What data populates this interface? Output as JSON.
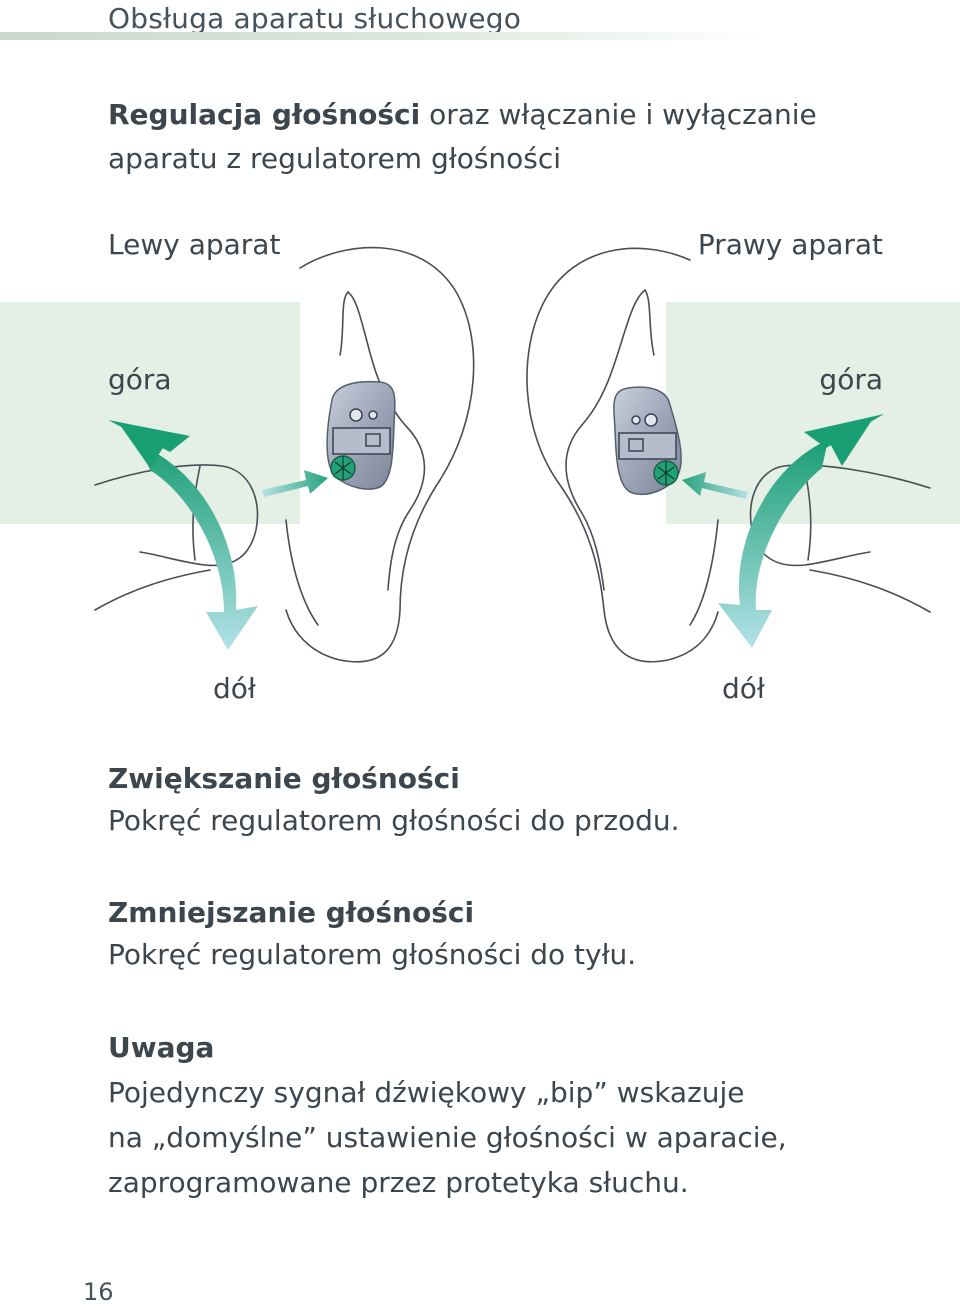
{
  "header": {
    "title": "Obsługa aparatu słuchowego"
  },
  "section": {
    "title_bold": "Regulacja głośności",
    "title_rest": " oraz włączanie i wyłączanie",
    "title_line2": "aparatu z regulatorem głośności"
  },
  "figure": {
    "left_label": "Lewy aparat",
    "right_label": "Prawy aparat",
    "left_up": "góra",
    "right_up": "góra",
    "left_down": "dół",
    "right_down": "dół",
    "colors": {
      "panel": "#e4efe6",
      "arrow_dark": "#1a9e74",
      "arrow_light": "#a9dde3",
      "device": "#9fa7b8"
    }
  },
  "increase": {
    "heading": "Zwiększanie głośności",
    "text": "Pokręć regulatorem głośności do przodu."
  },
  "decrease": {
    "heading": "Zmniejszanie głośności",
    "text": "Pokręć regulatorem głośności do tyłu."
  },
  "note": {
    "heading": "Uwaga",
    "line1": "Pojedynczy sygnał dźwiękowy „bip” wskazuje",
    "line2": "na „domyślne” ustawienie głośności w aparacie,",
    "line3": "zaprogramowane przez protetyka słuchu."
  },
  "page_number": "16"
}
